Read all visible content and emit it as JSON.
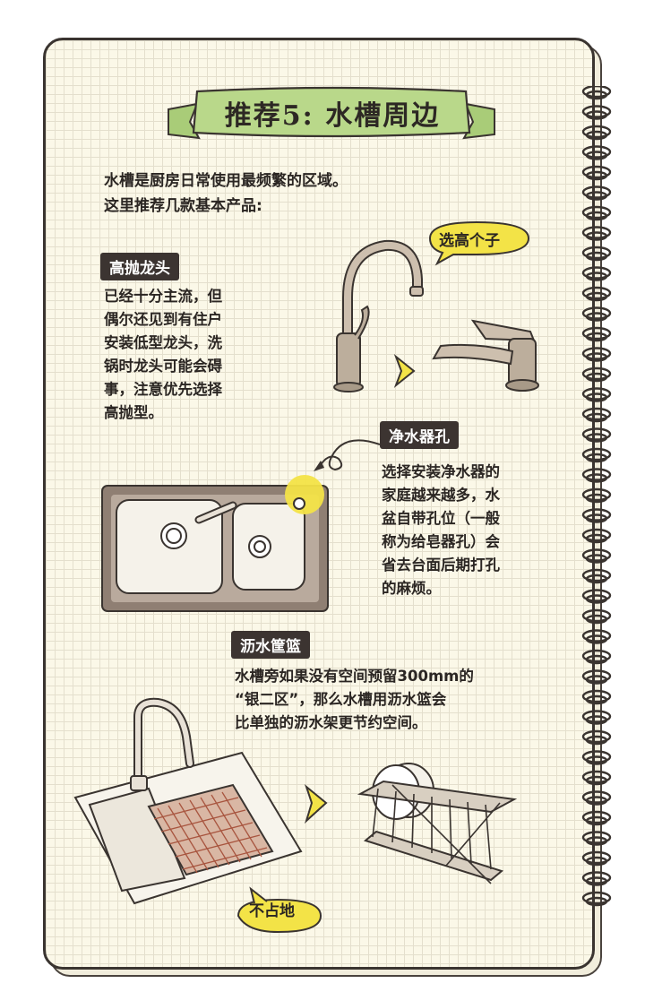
{
  "title": "推荐5: 水槽周边",
  "intro": [
    "水槽是厨房日常使用最频繁的区域。",
    "这里推荐几款基本产品:"
  ],
  "faucet": {
    "label": "高抛龙头",
    "lines": [
      "已经十分主流，但",
      "偶尔还见到有住户",
      "安装低型龙头，洗",
      "锅时龙头可能会碍",
      "事，注意优先选择",
      "高抛型。"
    ],
    "bubble": "选高个子"
  },
  "purifier": {
    "label": "净水器孔",
    "lines": [
      "选择安装净水器的",
      "家庭越来越多，水",
      "盆自带孔位（一般",
      "称为给皂器孔）会",
      "省去台面后期打孔",
      "的麻烦。"
    ]
  },
  "basket": {
    "label": "沥水筐篮",
    "lines": [
      "水槽旁如果没有空间预留300mm的",
      "“银二区”，那么水槽用沥水篮会",
      "比单独的沥水架更节约空间。"
    ],
    "bubble": "不占地"
  },
  "colors": {
    "ribbon": "#b9d88a",
    "bubble": "#f3e347",
    "label": "#3c3431",
    "grid": "#e4dfcd"
  },
  "icons": [
    "spiral-binding",
    "chevron-right-icon",
    "arrow-icon"
  ]
}
